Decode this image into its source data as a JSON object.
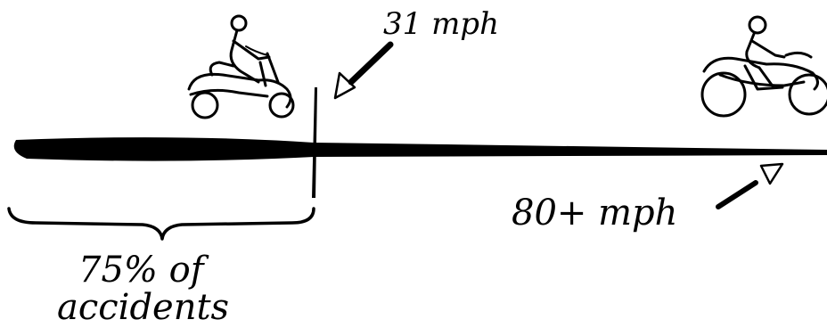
{
  "labels": {
    "speed_low": "31 mph",
    "speed_high": "80+ mph",
    "accidents_line1": "75% of",
    "accidents_line2": "accidents"
  },
  "icons": {
    "left_vehicle": "scooter-icon",
    "right_vehicle": "sport-motorcycle-icon"
  },
  "colors": {
    "ink": "#000000",
    "background": "#ffffff"
  }
}
